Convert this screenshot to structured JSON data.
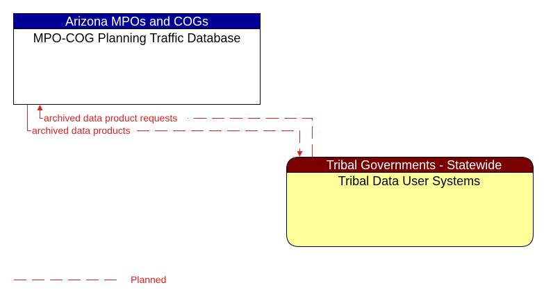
{
  "colors": {
    "arizona_header": "#000099",
    "tribal_header": "#7a0000",
    "tribal_body": "#ffff99",
    "flow_planned": "#e0201c"
  },
  "arizona": {
    "group": "Arizona MPOs and COGs",
    "name": "MPO-COG Planning Traffic Database"
  },
  "tribal": {
    "group": "Tribal Governments - Statewide",
    "name": "Tribal Data User Systems"
  },
  "flows": {
    "requests": "archived data product requests",
    "products": "archived data products"
  },
  "legend": {
    "planned": "Planned"
  }
}
